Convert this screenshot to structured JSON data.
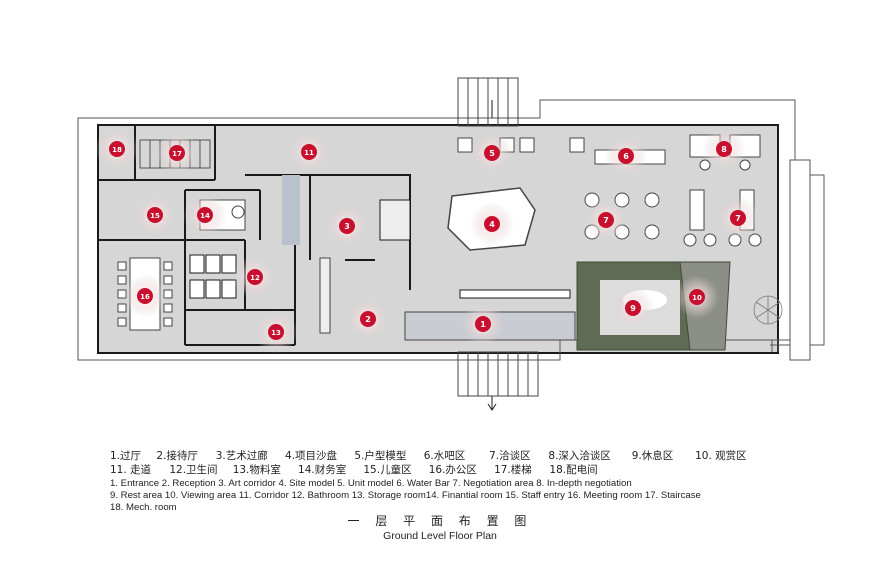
{
  "markers": [
    {
      "n": "1"
    },
    {
      "n": "2"
    },
    {
      "n": "3"
    },
    {
      "n": "4"
    },
    {
      "n": "5"
    },
    {
      "n": "6"
    },
    {
      "n": "7"
    },
    {
      "n": "7"
    },
    {
      "n": "8"
    },
    {
      "n": "9"
    },
    {
      "n": "10"
    },
    {
      "n": "11"
    },
    {
      "n": "12"
    },
    {
      "n": "13"
    },
    {
      "n": "14"
    },
    {
      "n": "15"
    },
    {
      "n": "16"
    },
    {
      "n": "17"
    },
    {
      "n": "18"
    }
  ],
  "legend_cn_row1": [
    "1.过厅",
    "2.接待厅",
    "3.艺术过廊",
    "4.项目沙盘",
    "5.户型模型",
    "6.水吧区",
    "7.洽谈区",
    "8.深入洽谈区",
    "9.休息区",
    "10. 观赏区"
  ],
  "legend_cn_row2": [
    "11. 走道",
    "12.卫生间",
    "13.物料室",
    "14.财务室",
    "15.儿童区",
    "16.办公区",
    "17.楼梯",
    "18.配电间"
  ],
  "legend_en": [
    "1. Entrance 2. Reception 3. Art corridor 4. Site model 5. Unit model 6. Water Bar 7. Negotiation area 8. In-depth negotiation",
    "9. Rest area 10. Viewing area 11. Corridor 12. Bathroom 13. Storage room14. Finantial room 15. Staff entry 16. Meeting room 17. Staircase",
    "18. Mech. room"
  ],
  "title_cn": "一 层 平 面 布 置 图",
  "title_en": "Ground Level Floor Plan",
  "colors": {
    "marker": "#c8102e",
    "floor": "#d6d6d6",
    "wall": "#1a1a1a",
    "green_area": "#5f6b52",
    "water_area": "#b9c2cc"
  }
}
